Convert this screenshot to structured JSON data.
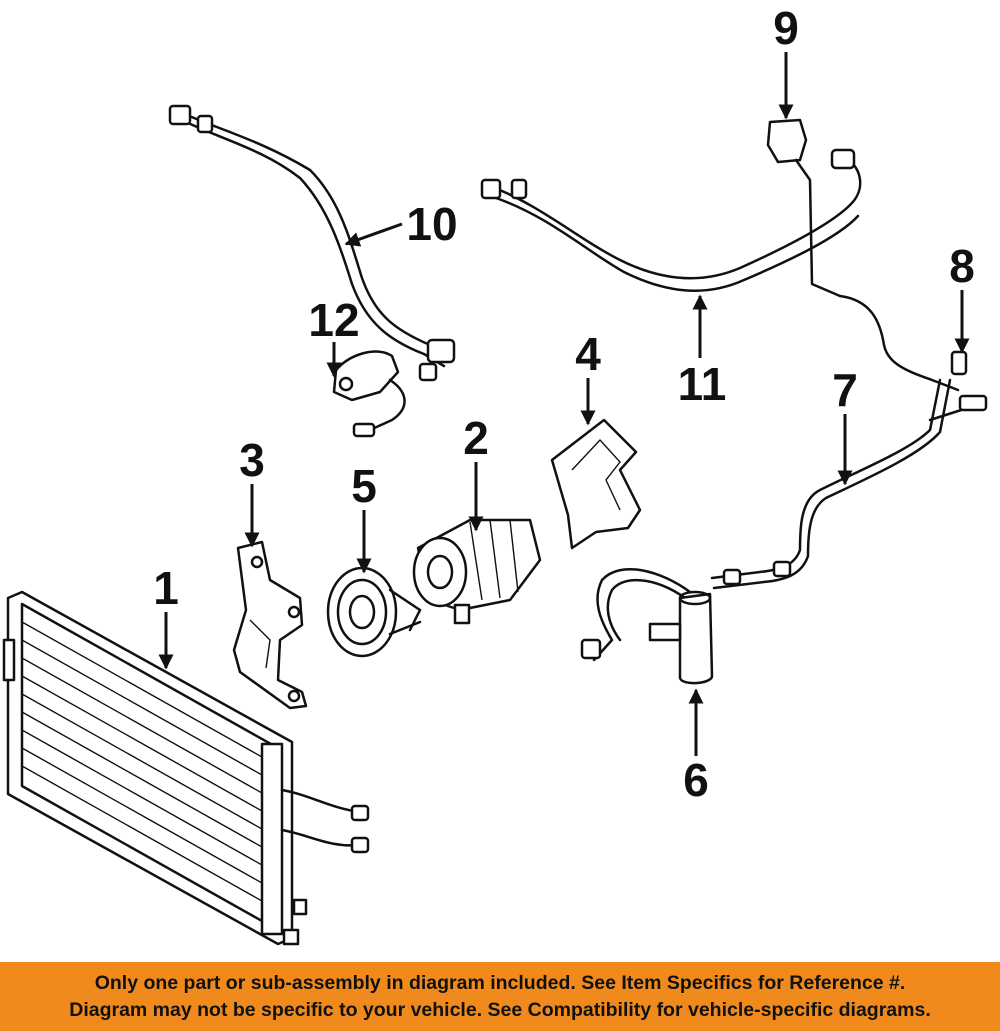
{
  "callouts": {
    "c1": "1",
    "c2": "2",
    "c3": "3",
    "c4": "4",
    "c5": "5",
    "c6": "6",
    "c7": "7",
    "c8": "8",
    "c9": "9",
    "c10": "10",
    "c11": "11",
    "c12": "12"
  },
  "banner": {
    "line1": "Only one part or sub-assembly in diagram included. See Item Specifics for Reference #.",
    "line2": "Diagram may not be specific to your vehicle. See Compatibility for vehicle-specific diagrams."
  },
  "colors": {
    "banner_bg": "#f08a1c",
    "line_art": "#111111",
    "background": "#ffffff"
  }
}
